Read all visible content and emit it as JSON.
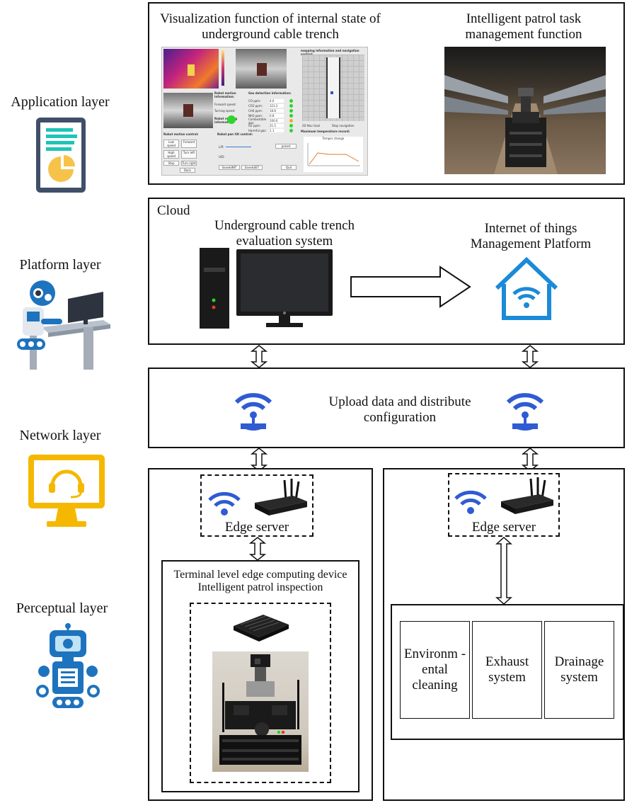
{
  "layers": {
    "application": "Application layer",
    "platform": "Platform layer",
    "network": "Network layer",
    "perceptual": "Perceptual layer"
  },
  "application": {
    "visualization_title": "Visualization function of internal state of underground cable trench",
    "patrol_title": "Intelligent patrol task management function",
    "ui_panels": {
      "robot_motion_info": "Robot motion information:",
      "forward_speed": "Forward speed:",
      "turning_speed": "Turning speed:",
      "robot_reading_info": "Robot reading information:",
      "gas_detection_info": "Gas detection information:",
      "gas_rows": [
        "CO ppm:",
        "CO2 ppm:",
        "CH4 ppm:",
        "NH3 ppm:",
        "Combustible gas:",
        "O2 ppm:",
        "Harmful gas:"
      ],
      "gas_values": [
        "4.0",
        "321.2",
        "18.8",
        "0.8",
        "100.0",
        "21.5",
        "1.1"
      ],
      "mapping_title": "mapping information and navigation control:",
      "motion_control": "Robot motion control:",
      "motion_buttons": [
        "Low speed",
        "Forward",
        "High speed",
        "Turn left",
        "Stop",
        "Turn right",
        "Back"
      ],
      "pan_tilt": "Robot pan tilt control:",
      "pan_lr": "L/R:",
      "pan_ud": "U/D:",
      "pan_buttons": [
        "Save&INIT",
        "Save&SET"
      ],
      "preset": "preset",
      "nav_buttons": [
        "2D Nav Goal",
        "Stop navigation"
      ],
      "max_temp": "Maximum temperature record:",
      "temp_chart_title": "Temper change",
      "quit": "Quit"
    }
  },
  "platform": {
    "cloud": "Cloud",
    "evaluation_system": "Underground cable trench evaluation system",
    "iot_platform": "Internet of things Management Platform"
  },
  "network": {
    "upload_text": "Upload data and distribute configuration"
  },
  "perceptual": {
    "edge_server_left": "Edge server",
    "edge_server_right": "Edge server",
    "terminal_title": "Terminal level edge computing device Intelligent patrol inspection",
    "systems": [
      "Environm -ental cleaning",
      "Exhaust system",
      "Drainage system"
    ]
  },
  "colors": {
    "wifi_blue": "#2f5bd3",
    "icon_blue": "#1e73be",
    "iot_blue": "#1b8ad8",
    "network_yellow": "#f5b800",
    "app_tablet": "#3f4f68",
    "app_accent": "#1fc3b8",
    "pie_yellow": "#f6c34a"
  }
}
